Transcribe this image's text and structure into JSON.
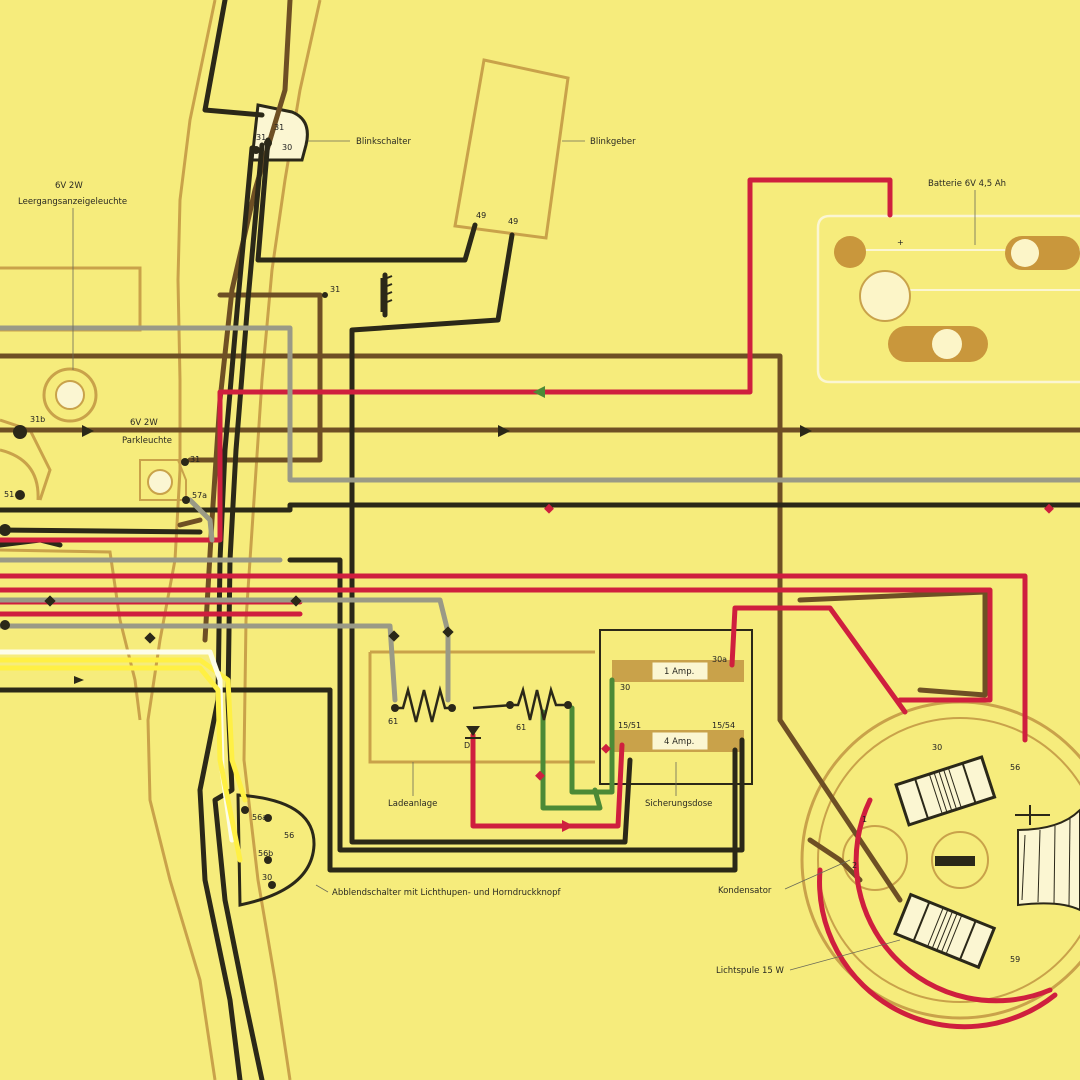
{
  "labels": {
    "blinkschalter": "Blinkschalter",
    "blinkgeber": "Blinkgeber",
    "batterie": "Batterie 6V 4,5 Ah",
    "leergang_power": "6V 2W",
    "leergang_name": "Leergangsanzeigeleuchte",
    "park_power": "6V 2W",
    "park_name": "Parkleuchte",
    "ladeanlage": "Ladeanlage",
    "sicherungsdose": "Sicherungsdose",
    "abblendschalter": "Abblendschalter mit Lichthupen- und Horndruckknopf",
    "kondensator": "Kondensator",
    "lichtspule": "Lichtspule 15 W"
  },
  "fuses": {
    "top": "1 Amp.",
    "bottom": "4 Amp."
  },
  "terminals": {
    "bs_1": "31",
    "bs_2": "31",
    "bs_3": "30",
    "bg_1": "49",
    "bg_2": "49",
    "bat_plus": "+",
    "ground_31": "31",
    "park_31": "31",
    "park_57a": "57a",
    "sw_31b": "31b",
    "sw_51": "51",
    "lade_61": "61",
    "lade_D": "D",
    "lade_61b": "61",
    "fuse_30a": "30a",
    "fuse_30": "30",
    "fuse_15_51": "15/51",
    "fuse_15_54": "15/54",
    "abb_56a": "56a",
    "abb_56": "56",
    "abb_56b": "56b",
    "abb_30": "30",
    "gen_1": "1",
    "gen_2": "2",
    "gen_30": "30",
    "gen_56": "56",
    "gen_59": "59"
  },
  "colors": {
    "background": "#f6ec7c",
    "black": "#2b2818",
    "brown": "#6e4f24",
    "red": "#cf1f3e",
    "grey": "#9a9a86",
    "green": "#4c8a36",
    "yellow": "#fff044",
    "white": "#fdfde8",
    "outline": "#c8a048"
  }
}
